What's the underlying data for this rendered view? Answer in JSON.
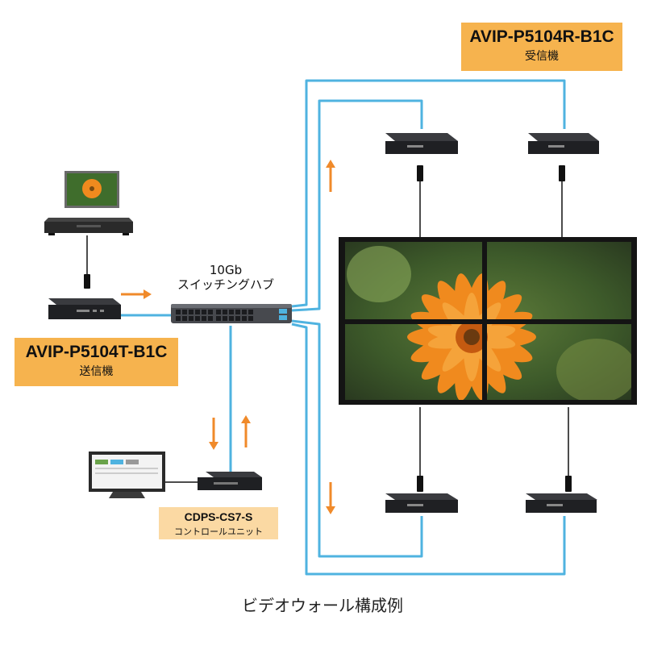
{
  "receiver": {
    "model": "AVIP-P5104R-B1C",
    "role": "受信機"
  },
  "transmitter": {
    "model": "AVIP-P5104T-B1C",
    "role": "送信機"
  },
  "switch": {
    "line1": "10Gb",
    "line2": "スイッチングハブ"
  },
  "controller": {
    "model": "CDPS-CS7-S",
    "role": "コントロールユニット"
  },
  "caption": "ビデオウォール構成例",
  "colors": {
    "label_bg": "#f6b34e",
    "controller_label_bg": "#fbd9a3",
    "lan_cable": "#4fb3e0",
    "arrow": "#f08a2a",
    "device": "#1f2023"
  }
}
